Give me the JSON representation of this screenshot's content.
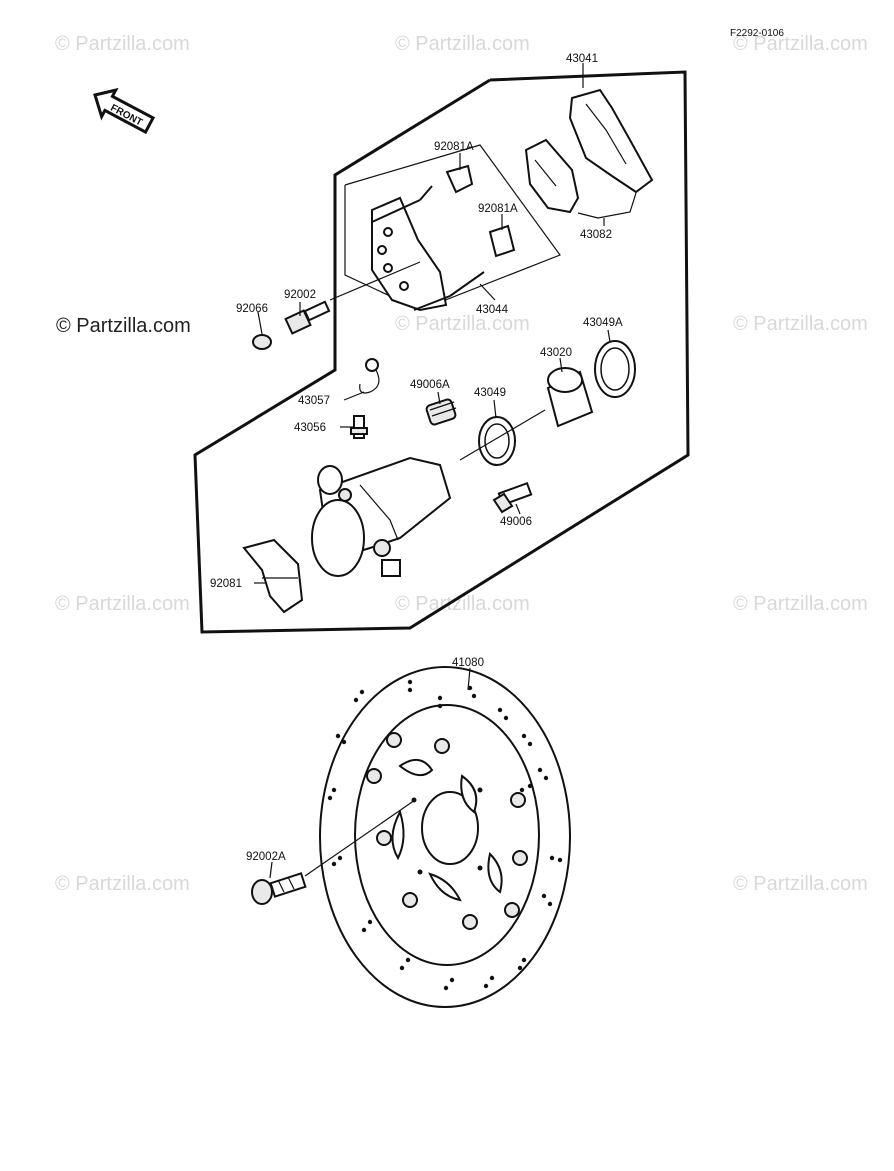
{
  "figure_ref": "F2292-0106",
  "front_label": "FRONT",
  "watermark": "© Partzilla.com",
  "parts": {
    "p43041": "43041",
    "p43082": "43082",
    "p92081A_top": "92081A",
    "p92081A_mid": "92081A",
    "p43044": "43044",
    "p92002": "92002",
    "p92066": "92066",
    "p43049A": "43049A",
    "p43020": "43020",
    "p49006A": "49006A",
    "p43049": "43049",
    "p43057": "43057",
    "p43056": "43056",
    "p49006": "49006",
    "p92081": "92081",
    "p41080": "41080",
    "p92002A": "92002A"
  }
}
